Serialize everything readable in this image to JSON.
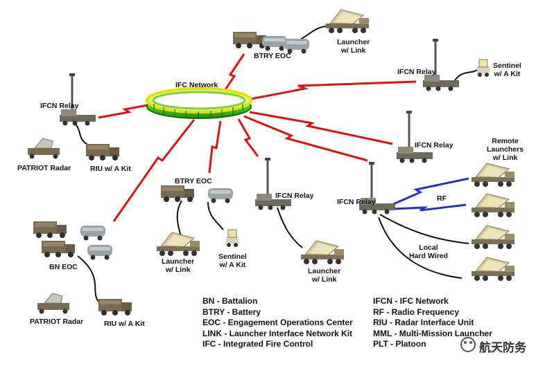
{
  "diagram": {
    "network_label": "IFC Network",
    "labels": {
      "btry_eoc_top": "BTRY EOC",
      "launcher_top": [
        "Launcher",
        "w/ Link"
      ],
      "ifcn_relay_top_right": "IFCN Relay",
      "sentinel_right": [
        "Sentinel",
        "w/ A Kit"
      ],
      "ifcn_relay_left": "IFCN Relay",
      "patriot_radar_left": "PATRIOT Radar",
      "riu_left": "RIU w/ A Kit",
      "ifcn_relay_mid_right": "IFCN Relay",
      "remote_launchers": [
        "Remote",
        "Launchers",
        "w/ Link"
      ],
      "btry_eoc_center": "BTRY EOC",
      "ifcn_relay_center": "IFCN Relay",
      "ifcn_relay_hub": "IFCN Relay",
      "rf": "RF",
      "local_hard_wired": [
        "Local",
        "Hard Wired"
      ],
      "launcher_center_left": [
        "Launcher",
        "w/ Link"
      ],
      "sentinel_center": [
        "Sentinel",
        "w/ A Kit"
      ],
      "launcher_center": [
        "Launcher",
        "w/ Link"
      ],
      "bn_eoc": "BN EOC",
      "patriot_radar_bottom": "PATRIOT Radar",
      "riu_bottom": "RIU w/ A Kit"
    }
  },
  "legend": {
    "left": [
      "BN - Battalion",
      "BTRY - Battery",
      "EOC - Engagement Operations Center",
      "LINK - Launcher Interface Network Kit",
      "IFC - Integrated Fire Control"
    ],
    "right": [
      "IFCN - IFC Network",
      "RF - Radio Frequency",
      "RIU - Radar Interface Unit",
      "MML - Multi-Mission Launcher",
      "PLT - Platoon"
    ]
  },
  "watermark": "航天防务",
  "colors": {
    "link_red": "#e01010",
    "rf_blue": "#2233cc",
    "ring_green": "#44dd22",
    "ring_yellow": "#e8e000",
    "vehicle_tan": "#8a7a5c",
    "shelter_gray": "#9aa3a8"
  }
}
